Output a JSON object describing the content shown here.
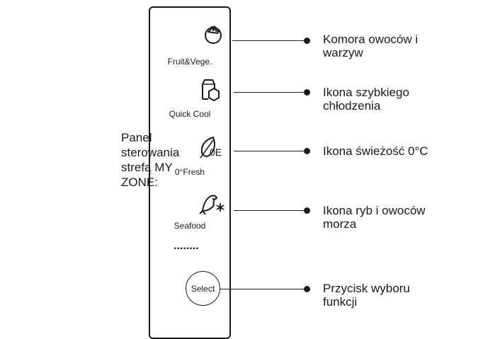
{
  "side_label": "Panel\nsterowania\nstrefą MY\nZONE:",
  "zones": [
    {
      "id": "fruit",
      "label": "Fruit&Vege.",
      "icon": "fruit-vegetable-icon",
      "callout_lines": [
        "Komora owoców i",
        "warzyw"
      ]
    },
    {
      "id": "quickcool",
      "label": "Quick Cool",
      "icon": "quick-cool-icon",
      "callout_lines": [
        "Ikona szybkiego",
        "chłodzenia"
      ]
    },
    {
      "id": "fresh",
      "label": "0°Fresh",
      "icon": "zero-fresh-icon",
      "icon_text": "0E",
      "callout_lines": [
        "Ikona świeżość 0°C"
      ]
    },
    {
      "id": "seafood",
      "label": "Seafood",
      "icon": "seafood-icon",
      "callout_lines": [
        "Ikona ryb i owoców",
        "morza"
      ]
    }
  ],
  "separator": "........",
  "select": {
    "label": "Select",
    "callout_lines": [
      "Przycisk wyboru",
      "funkcji"
    ]
  },
  "colors": {
    "line": "#1a1a1a",
    "background": "#ffffff"
  }
}
